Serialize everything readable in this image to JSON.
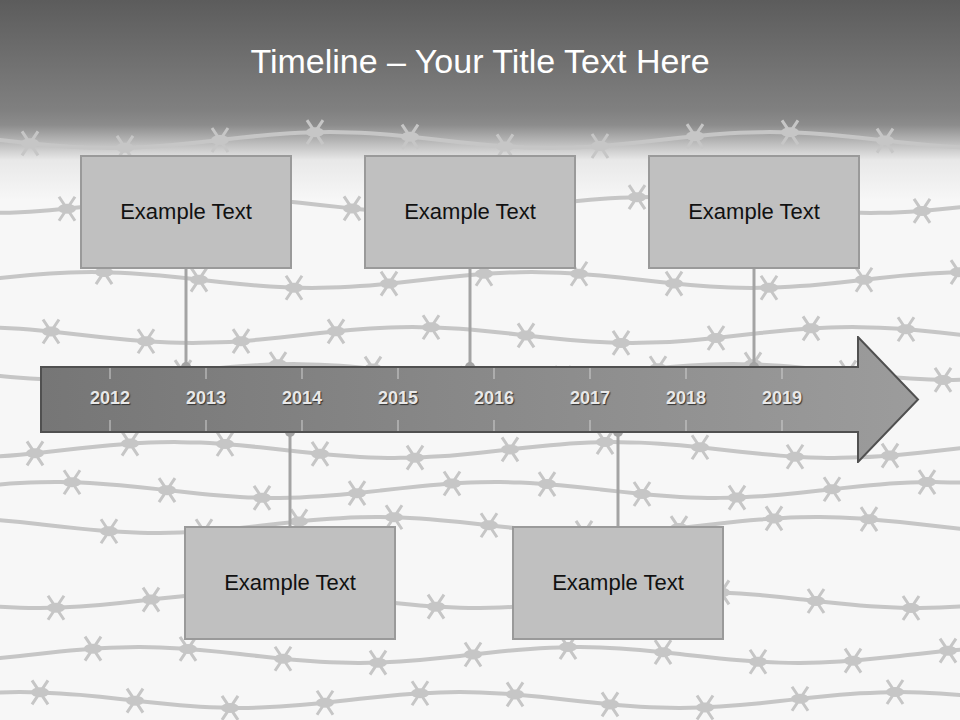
{
  "diagram": {
    "title": "Timeline – Your Title Text Here",
    "nodes": [
      {
        "text": [
          "Example Text"
        ]
      },
      {
        "text": [
          "Example Text"
        ]
      },
      {
        "text": [
          "Example Text"
        ]
      },
      {
        "text": [
          "2012",
          "2013",
          "2014",
          "2015",
          "2016",
          "2017",
          "2018",
          "2019"
        ]
      },
      {
        "text": [
          "Example Text"
        ]
      },
      {
        "text": [
          "Example Text"
        ]
      }
    ],
    "edges": [
      {
        "from": 0,
        "to": 3,
        "arrow": "none"
      },
      {
        "from": 1,
        "to": 3,
        "arrow": "none"
      },
      {
        "from": 2,
        "to": 3,
        "arrow": "none"
      },
      {
        "from": 4,
        "to": 3,
        "arrow": "none"
      },
      {
        "from": 5,
        "to": 3,
        "arrow": "none"
      }
    ]
  }
}
